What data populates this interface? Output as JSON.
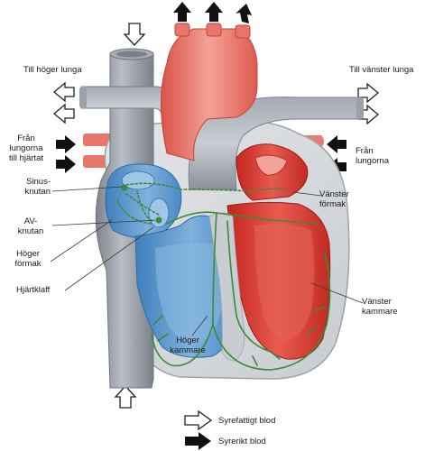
{
  "labels": {
    "right_lung_to": "Till höger lunga",
    "left_lung_to": "Till vänster lunga",
    "from_lungs_to_heart": [
      "Från",
      "lungorna",
      "till hjärtat"
    ],
    "from_lungs_right": [
      "Från",
      "lungorna"
    ],
    "sinus_node": [
      "Sinus-",
      "knutan"
    ],
    "av_node": [
      "AV-",
      "knutan"
    ],
    "right_atrium": [
      "Höger",
      "förmak"
    ],
    "heart_valve": "Hjärtklaff",
    "left_atrium": [
      "Vänster",
      "förmak"
    ],
    "left_ventricle": [
      "Vänster",
      "kammare"
    ],
    "right_ventricle": [
      "Höger",
      "kammare"
    ]
  },
  "legend": {
    "deoxygenated": "Syrefattigt blod",
    "oxygenated": "Syrerikt blod"
  },
  "colors": {
    "vein_gray": "#8e939c",
    "vein_light": "#b7bcc4",
    "artery_red": "#e7695f",
    "artery_light": "#f29a8f",
    "blue_chamber": "#4f8fcb",
    "blue_light": "#86b6df",
    "red_chamber": "#d8342c",
    "conduction_green": "#3d8a3a",
    "wall_gray": "#d6d8dc"
  }
}
